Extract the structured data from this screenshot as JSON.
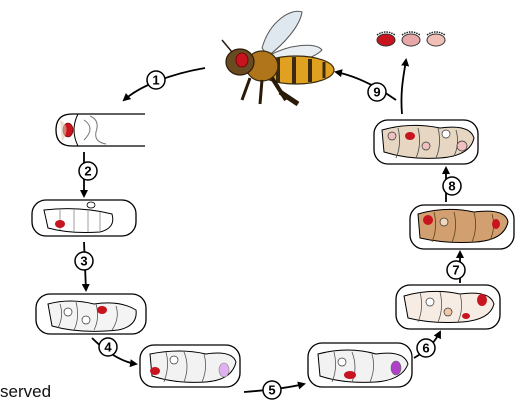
{
  "steps": [
    {
      "number": "1"
    },
    {
      "number": "2"
    },
    {
      "number": "3"
    },
    {
      "number": "4"
    },
    {
      "number": "5"
    },
    {
      "number": "6"
    },
    {
      "number": "7"
    },
    {
      "number": "8"
    },
    {
      "number": "9"
    }
  ],
  "caption": "served",
  "colors": {
    "red_eye": "#c8141e",
    "pink_eye": "#e8a8a8",
    "purple_eye": "#b040c8",
    "bee_yellow": "#e0a020",
    "bee_brown": "#6a4a20",
    "tan_fill": "#d2a070",
    "peach_fill": "#f0c8a8"
  },
  "icons": [
    "honeybee-icon",
    "eye-heads-icon",
    "egg-cell-icon",
    "larva-cell-icon",
    "pupa-cell-icon"
  ]
}
